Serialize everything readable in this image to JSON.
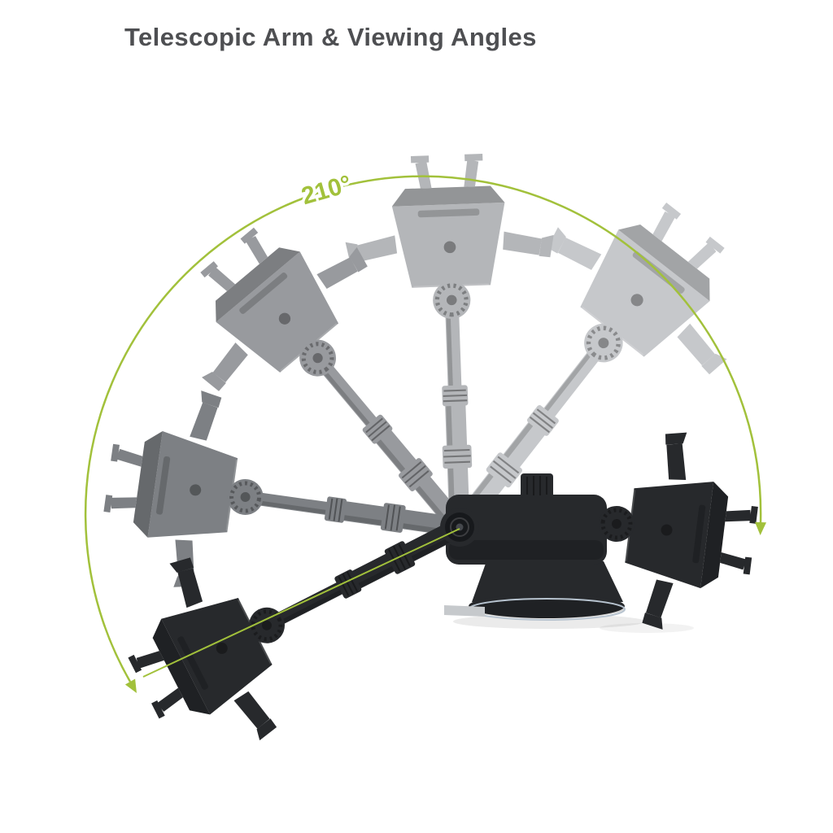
{
  "background_color": "#ffffff",
  "title": {
    "text": "Telescopic Arm & Viewing Angles",
    "color": "#4e4f52"
  },
  "annotation": {
    "angle_label": "210°",
    "described_range_degrees": 210,
    "accent_color": "#a2c13b",
    "arrowhead_shape": "triangle"
  },
  "product": {
    "name": "telescopic car phone mount with suction cup base",
    "solid_color": "#27292c",
    "ghost_position_colors": [
      "#c6c8cb",
      "#b4b6b9",
      "#989a9e",
      "#7d8084"
    ],
    "positions_shown": 6
  }
}
